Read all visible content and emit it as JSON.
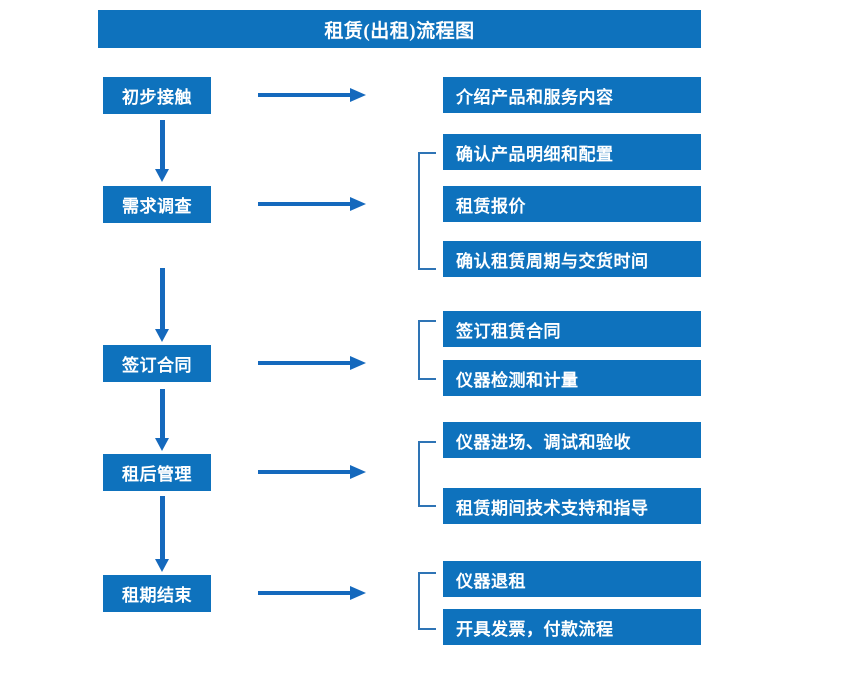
{
  "header": {
    "title": "租赁(出租)流程图"
  },
  "colors": {
    "box_fill": "#0E72BD",
    "arrow": "#1569BD",
    "bracket": "#2E74B5",
    "box_text": "#FFFFFF",
    "background": "#FFFFFF"
  },
  "stages": [
    {
      "label": "初步接触"
    },
    {
      "label": "需求调查"
    },
    {
      "label": "签订合同"
    },
    {
      "label": "租后管理"
    },
    {
      "label": "租期结束"
    }
  ],
  "details": [
    {
      "label": "介绍产品和服务内容"
    },
    {
      "label": "确认产品明细和配置"
    },
    {
      "label": "租赁报价"
    },
    {
      "label": "确认租赁周期与交货时间"
    },
    {
      "label": "签订租赁合同"
    },
    {
      "label": "仪器检测和计量"
    },
    {
      "label": "仪器进场、调试和验收"
    },
    {
      "label": "租赁期间技术支持和指导"
    },
    {
      "label": "仪器退租"
    },
    {
      "label": "开具发票，付款流程"
    }
  ]
}
